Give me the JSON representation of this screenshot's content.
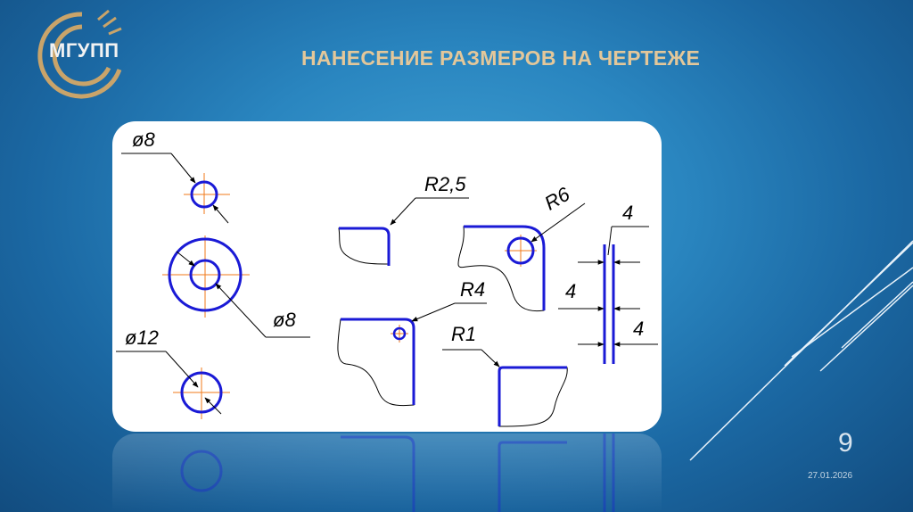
{
  "logo": {
    "text": "МГУПП"
  },
  "title": "НАНЕСЕНИЕ РАЗМЕРОВ НА ЧЕРТЕЖЕ",
  "drawing": {
    "labels": {
      "d8_top": "ø8",
      "d8_ring": "ø8",
      "d12": "ø12",
      "r25": "R2,5",
      "r6": "R6",
      "r4": "R4",
      "r1": "R1",
      "w4_top": "4",
      "w4_mid": "4",
      "w4_bot": "4"
    }
  },
  "footer": {
    "slide_number": "9",
    "date": "27.01.2026"
  },
  "colors": {
    "title": "#e3c79a",
    "outline": "#1a1ad6",
    "axis": "#f07a1a"
  }
}
